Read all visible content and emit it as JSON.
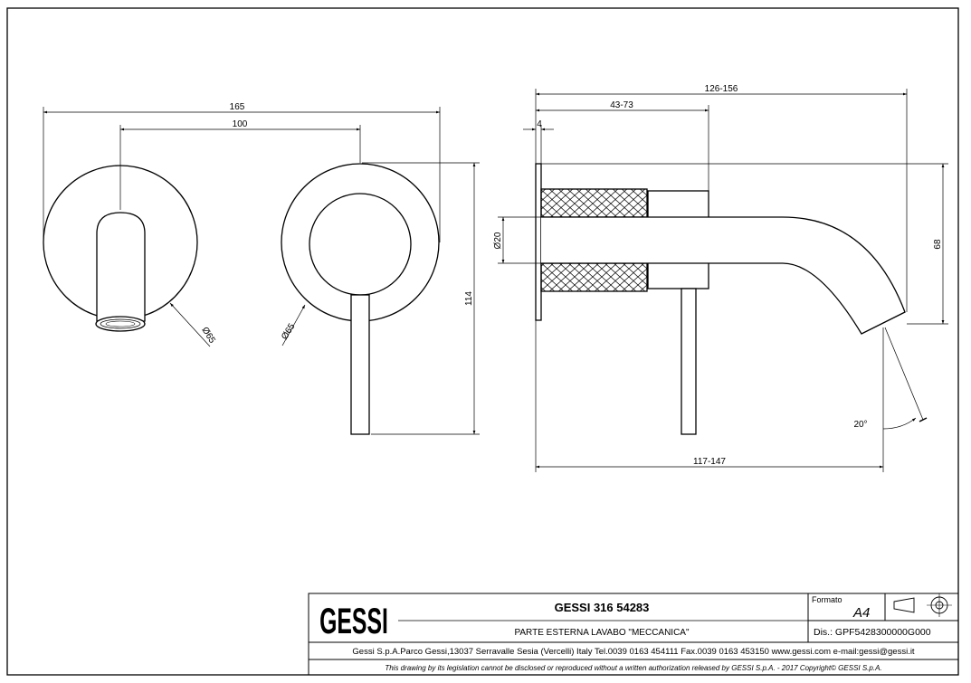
{
  "dimensions": {
    "front_width": "165",
    "front_center": "100",
    "front_height": "114",
    "diameter_left": "Ø65",
    "diameter_right": "Ø65",
    "side_total": "126-156",
    "side_body": "43-73",
    "side_plate": "4",
    "side_pipe": "Ø20",
    "side_height": "68",
    "side_bottom": "117-147",
    "angle": "20°"
  },
  "title_block": {
    "logo": "GESSI",
    "code": "GESSI 316 54283",
    "description": "PARTE ESTERNA LAVABO \"MECCANICA\"",
    "format_label": "Formato",
    "format_value": "A4",
    "drawing_number": "Dis.: GPF5428300000G000",
    "company": "Gessi S.p.A.Parco Gessi,13037 Serravalle Sesia (Vercelli) Italy Tel.0039 0163 454111 Fax.0039 0163 453150 www.gessi.com e-mail:gessi@gessi.it",
    "legal": "This drawing by its legislation cannot be disclosed or reproduced without a written authorization released by GESSI S.p.A. - 2017 Copyright© GESSI S.p.A."
  }
}
